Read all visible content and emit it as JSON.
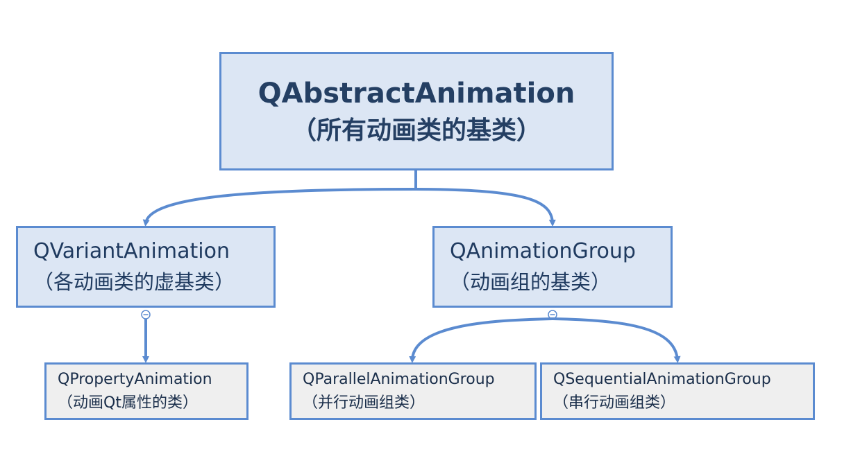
{
  "root": {
    "title": "QAbstractAnimation",
    "subtitle": "（所有动画类的基类）"
  },
  "children": [
    {
      "title": "QVariantAnimation",
      "subtitle": "（各动画类的虚基类）",
      "children": [
        {
          "title": "QPropertyAnimation",
          "subtitle": "（动画Qt属性的类）"
        }
      ]
    },
    {
      "title": "QAnimationGroup",
      "subtitle": "（动画组的基类）",
      "children": [
        {
          "title": "QParallelAnimationGroup",
          "subtitle": "（并行动画组类）"
        },
        {
          "title": "QSequentialAnimationGroup",
          "subtitle": "（串行动画组类）"
        }
      ]
    }
  ],
  "colors": {
    "connector": "#5b8bd0",
    "box_border": "#5b8bd0",
    "box_fill": "#dce6f4",
    "leaf_fill": "#efefef"
  }
}
